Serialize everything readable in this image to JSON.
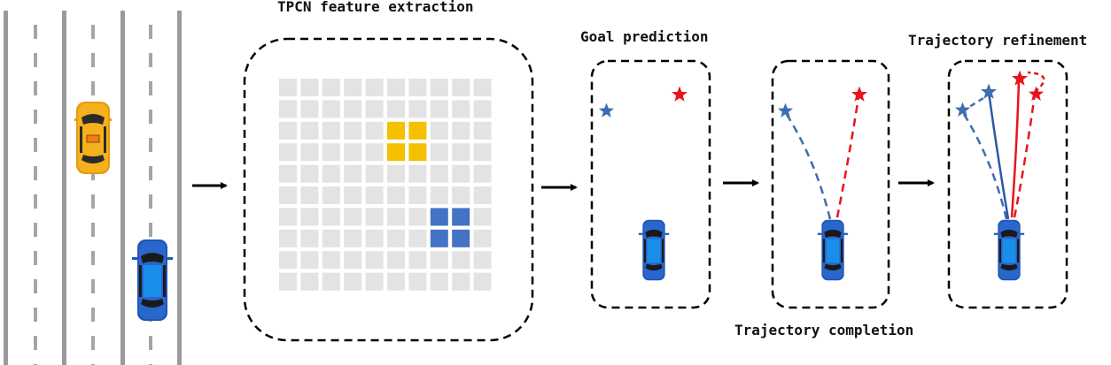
{
  "labels": {
    "feature": "TPCN feature extraction",
    "goal": "Goal prediction",
    "completion": "Trajectory completion",
    "refinement": "Trajectory refinement"
  },
  "colors": {
    "taxi": "#f5b01e",
    "car": "#1f56b4",
    "grid_cell": "#e3e3e3",
    "highlight_yellow": "#f5c000",
    "highlight_blue": "#4472c4",
    "goal_blue": "#3d6db0",
    "goal_red": "#e8141b",
    "road_line": "#9a9a9a"
  },
  "icons": [
    "taxi-icon",
    "car-icon",
    "star-icon",
    "arrow-right-icon"
  ]
}
